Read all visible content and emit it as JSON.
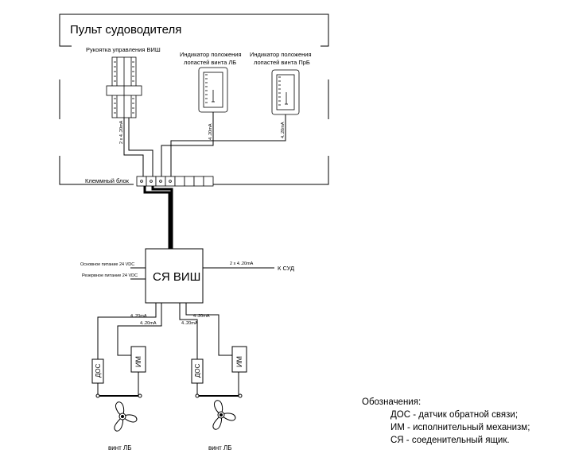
{
  "panel": {
    "title": "Пульт судоводителя",
    "handle_label": "Рукоятка управления ВИШ",
    "indicator_left_label_1": "Индикатор положения",
    "indicator_left_label_2": "лопастей винта ЛБ",
    "indicator_right_label_1": "Индикатор положения",
    "indicator_right_label_2": "лопастей винта ПрБ",
    "terminal_label": "Клеммный блок"
  },
  "signals": {
    "handle": "2 x 4..20mA",
    "indicator_left": "4..20mA",
    "indicator_right": "4..20mA",
    "to_sud": "2 x 4..20mA",
    "left_1": "4..20mA",
    "left_2": "4..20mA",
    "right_1": "4..20mA",
    "right_2": "4..20mA"
  },
  "junction_box": {
    "label": "СЯ ВИШ",
    "main_power": "Основное питание 24 VDC",
    "reserve_power": "Резервное питание 24 VDC",
    "to_label": "К СУД"
  },
  "units": {
    "left_dos": "ДОС",
    "left_im": "ИМ",
    "right_dos": "ДОС",
    "right_im": "ИМ",
    "left_propeller": "винт ЛБ",
    "right_propeller": "винт ЛБ"
  },
  "legend": {
    "title": "Обозначения:",
    "items": [
      "ДОС - датчик обратной связи;",
      "ИМ - исполнительный механизм;",
      "СЯ - соеденительный ящик."
    ]
  }
}
